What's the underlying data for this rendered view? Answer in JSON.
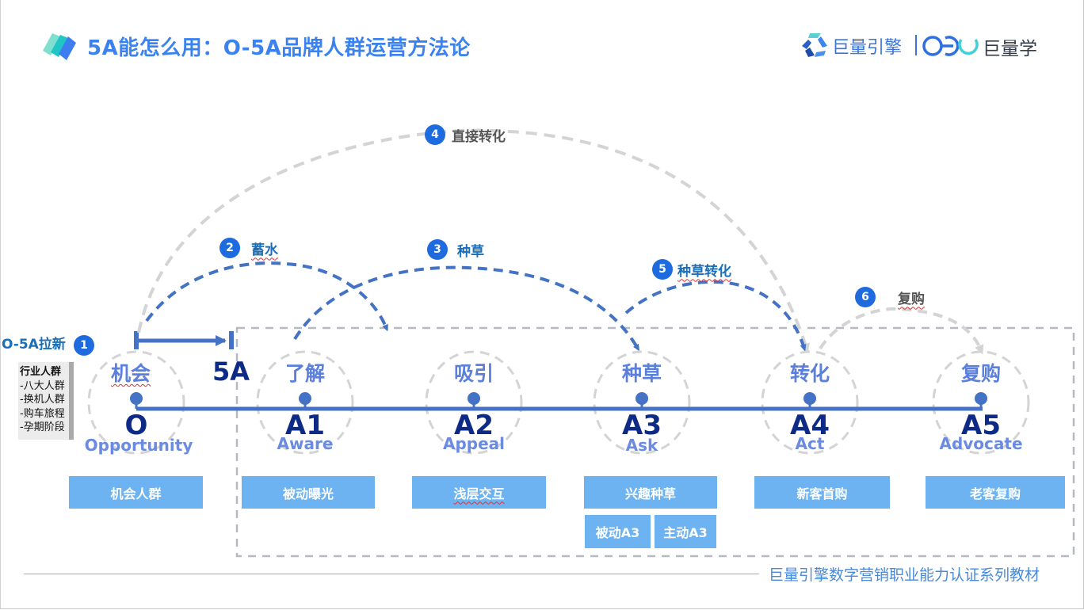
{
  "header": {
    "title": "5A能怎么用：O-5A品牌人群运营方法论",
    "logo_engine": "巨量引擎",
    "logo_oeu": "OEU",
    "logo_xue": "巨量学"
  },
  "left_panel": {
    "o5a_label": "O-5A拉新",
    "o5a_badge": "1",
    "list_head": "行业人群",
    "list_items": [
      "-八大人群",
      "-换机人群",
      "-购车旅程",
      "-孕期阶段"
    ]
  },
  "five_a_label": "5A",
  "stages": [
    {
      "cn": "机会",
      "code": "O",
      "en": "Opportunity",
      "box": "机会人群"
    },
    {
      "cn": "了解",
      "code": "A1",
      "en": "Aware",
      "box": "被动曝光"
    },
    {
      "cn": "吸引",
      "code": "A2",
      "en": "Appeal",
      "box": "浅层交互"
    },
    {
      "cn": "种草",
      "code": "A3",
      "en": "Ask",
      "box": "兴趣种草"
    },
    {
      "cn": "转化",
      "code": "A4",
      "en": "Act",
      "box": "新客首购"
    },
    {
      "cn": "复购",
      "code": "A5",
      "en": "Advocate",
      "box": "老客复购"
    }
  ],
  "sub_boxes": [
    "被动A3",
    "主动A3"
  ],
  "arcs": [
    {
      "num": "2",
      "label": "蓄水",
      "style": "blue"
    },
    {
      "num": "3",
      "label": "种草",
      "style": "blue"
    },
    {
      "num": "4",
      "label": "直接转化",
      "style": "grey"
    },
    {
      "num": "5",
      "label": "种草转化",
      "style": "blue"
    },
    {
      "num": "6",
      "label": "复购",
      "style": "grey"
    }
  ],
  "footer": "巨量引擎数字营销职业能力认证系列教材",
  "colors": {
    "title_blue": "#3a82f0",
    "line_blue": "#4472c4",
    "badge_blue": "#1e6be0",
    "box_blue": "#6db3f2",
    "dark_navy": "#0d2a86",
    "stage_cn": "#5b7fdc",
    "grey_dash": "#d4d4d4"
  }
}
